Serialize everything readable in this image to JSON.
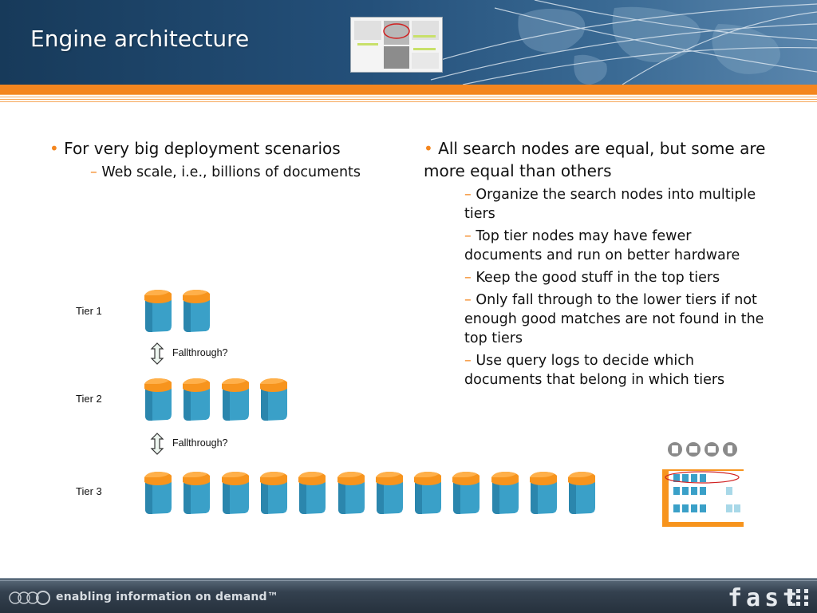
{
  "slide": {
    "title": "Engine architecture"
  },
  "left": {
    "bullet": "For very big deployment scenarios",
    "sub": "Web scale, i.e., billions of documents"
  },
  "right": {
    "bullet": "All search nodes are equal, but some are more equal than others",
    "subs": [
      "Organize the search nodes into multiple tiers",
      "Top tier nodes may have fewer documents and run on better hardware",
      "Keep the good stuff in the top tiers",
      "Only fall through to the lower tiers if not enough good matches are not found in the top tiers",
      "Use query logs to decide which documents that belong in which tiers"
    ]
  },
  "diagram": {
    "tiers": [
      {
        "label": "Tier 1",
        "nodes": 2
      },
      {
        "label": "Tier 2",
        "nodes": 4
      },
      {
        "label": "Tier 3",
        "nodes": 12
      }
    ],
    "fallthrough_label": "Fallthrough?"
  },
  "footer": {
    "tagline": "enabling information on demand™",
    "logo": "fast"
  },
  "colors": {
    "accent": "#f4861f",
    "header": "#24507a",
    "node_body": "#3aa0c8",
    "node_top": "#f7941d"
  },
  "icons": [
    "server-node-icon",
    "fallthrough-arrow-icon",
    "world-map-graphic",
    "fast-logo"
  ]
}
